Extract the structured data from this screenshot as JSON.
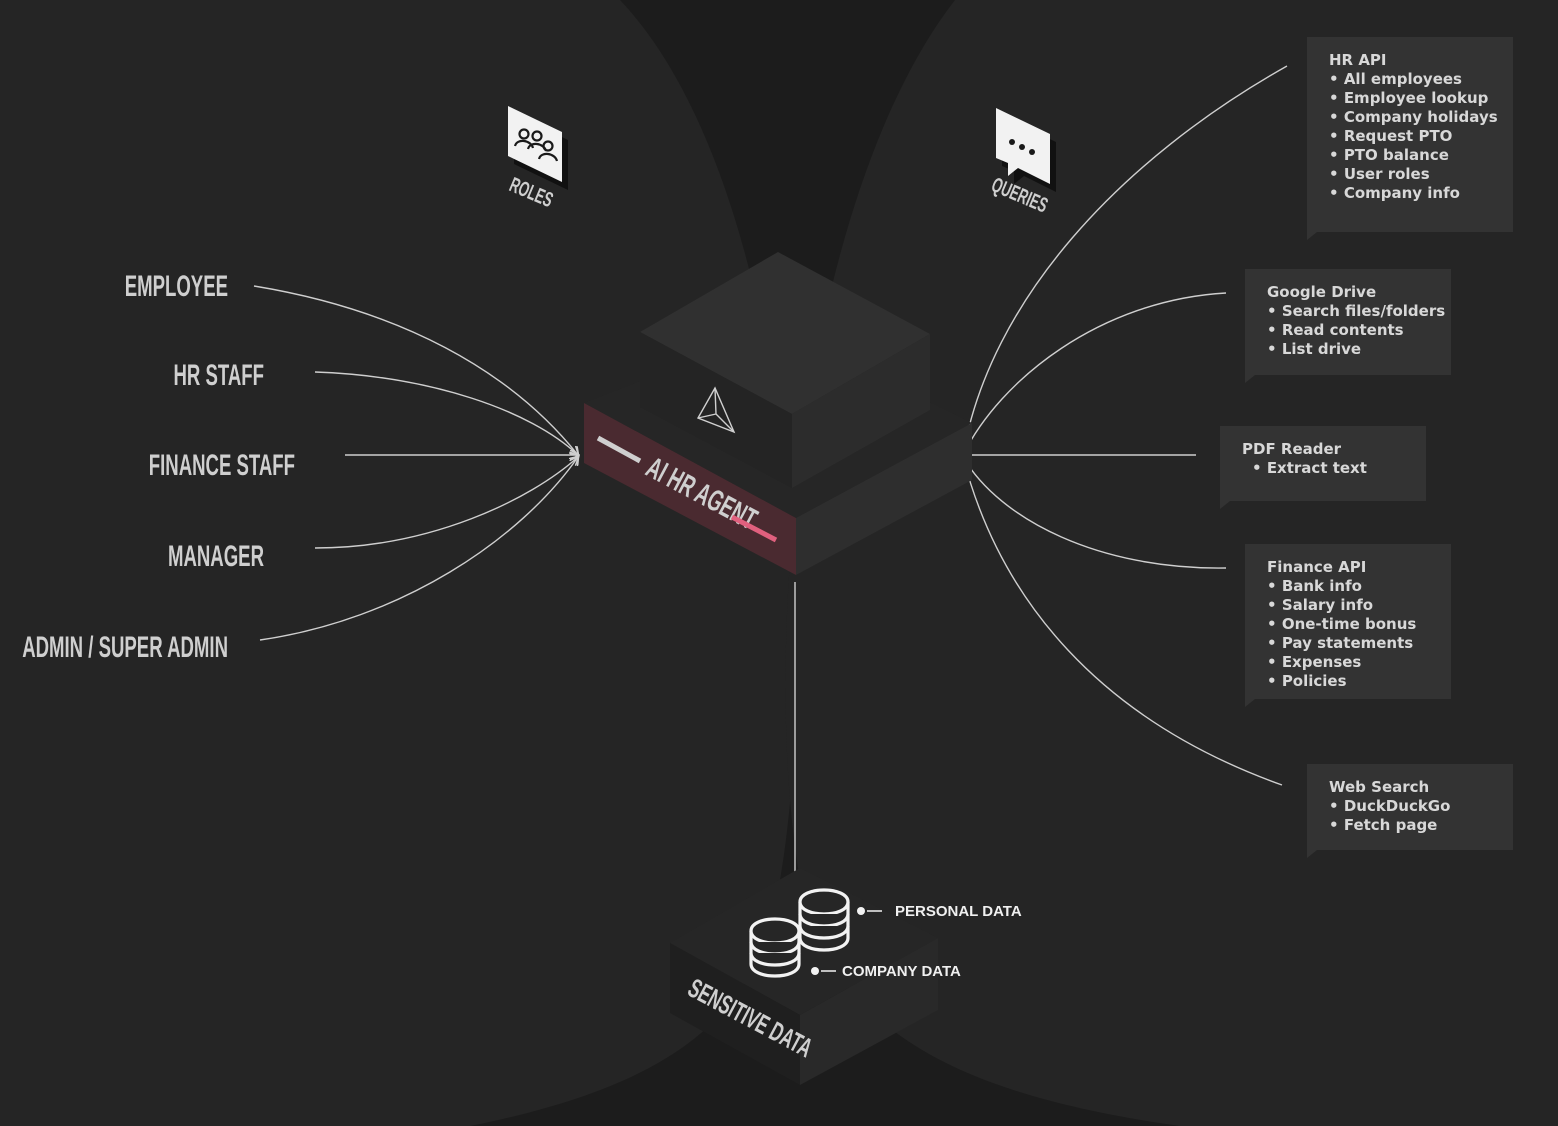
{
  "headers": {
    "roles": "ROLES",
    "queries": "QUERIES"
  },
  "roles": [
    {
      "label": "EMPLOYEE"
    },
    {
      "label": "HR STAFF"
    },
    {
      "label": "FINANCE STAFF"
    },
    {
      "label": "MANAGER"
    },
    {
      "label": "ADMIN / SUPER ADMIN"
    }
  ],
  "agent": {
    "label": "AI HR AGENT"
  },
  "tools": [
    {
      "title": "HR API",
      "items": [
        "All employees",
        "Employee lookup",
        "Company holidays",
        "Request PTO",
        "PTO balance",
        "User roles",
        "Company info"
      ]
    },
    {
      "title": "Google Drive",
      "items": [
        "Search files/folders",
        "Read contents",
        "List drive"
      ]
    },
    {
      "title": "PDF Reader",
      "items": [
        "Extract text"
      ]
    },
    {
      "title": "Finance API",
      "items": [
        "Bank info",
        "Salary info",
        "One-time bonus",
        "Pay statements",
        "Expenses",
        "Policies"
      ]
    },
    {
      "title": "Web Search",
      "items": [
        "DuckDuckGo",
        "Fetch page"
      ]
    }
  ],
  "storage": {
    "label": "SENSITIVE DATA",
    "personal": "PERSONAL DATA",
    "company": "COMPANY DATA"
  },
  "colors": {
    "background": "#1c1c1c",
    "lobe": "#252525",
    "accent": "#e0607e",
    "agent_band": "#4a2a30",
    "box": "#333333",
    "line": "#cfcfcf"
  },
  "icons": {
    "roles": "users-icon",
    "queries": "chat-bubble-icon",
    "agent": "prism-logo-icon",
    "storage": "database-icon"
  }
}
